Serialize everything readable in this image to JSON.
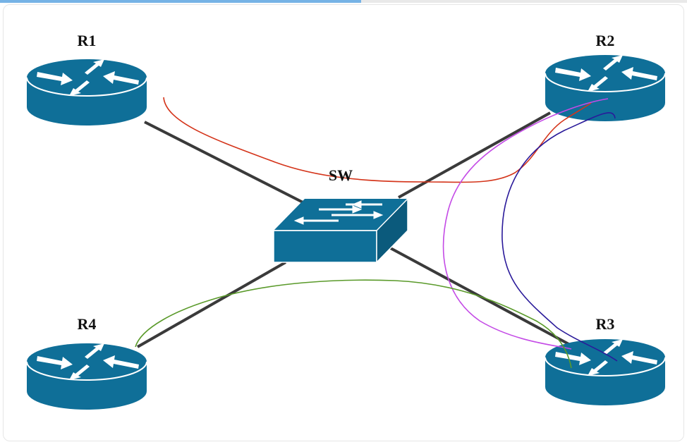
{
  "nodes": {
    "r1": {
      "label": "R1",
      "type": "router-icon"
    },
    "r2": {
      "label": "R2",
      "type": "router-icon"
    },
    "r3": {
      "label": "R3",
      "type": "router-icon"
    },
    "r4": {
      "label": "R4",
      "type": "router-icon"
    },
    "sw": {
      "label": "SW",
      "type": "switch-icon"
    }
  },
  "links": [
    {
      "from": "R1",
      "to": "SW"
    },
    {
      "from": "R2",
      "to": "SW"
    },
    {
      "from": "R3",
      "to": "SW"
    },
    {
      "from": "R4",
      "to": "SW"
    }
  ],
  "traffic_paths": [
    {
      "from": "R1",
      "to": "R2",
      "color": "#d4341a"
    },
    {
      "from": "R2",
      "to": "R3",
      "color": "#c44be6"
    },
    {
      "from": "R2",
      "to": "R3",
      "color": "#2a1a9a"
    },
    {
      "from": "R4",
      "to": "R3",
      "color": "#5a9a2a"
    }
  ],
  "colors": {
    "device": "#0f6f98",
    "device_dark": "#0b5a7c",
    "link": "#3a3a3a",
    "top_accent": "#76b3e6"
  }
}
